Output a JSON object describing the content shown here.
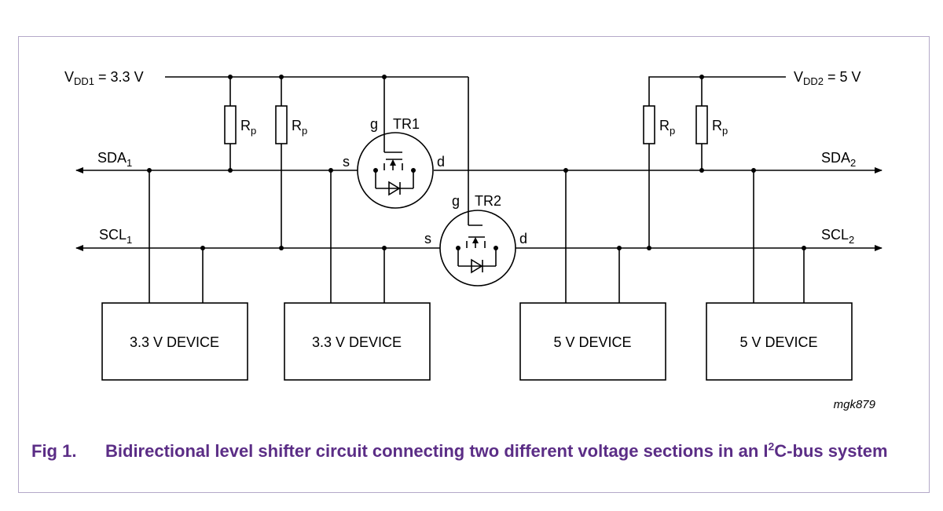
{
  "diagram": {
    "supplies": [
      {
        "name": "V",
        "sub": "DD1",
        "value": " = 3.3 V"
      },
      {
        "name": "V",
        "sub": "DD2",
        "value": " = 5 V"
      }
    ],
    "resistor_label": "R",
    "resistor_sub": "p",
    "buses": [
      {
        "name": "SDA",
        "sub": "1"
      },
      {
        "name": "SDA",
        "sub": "2"
      },
      {
        "name": "SCL",
        "sub": "1"
      },
      {
        "name": "SCL",
        "sub": "2"
      }
    ],
    "transistors": [
      {
        "name": "TR1",
        "gate": "g",
        "source": "s",
        "drain": "d"
      },
      {
        "name": "TR2",
        "gate": "g",
        "source": "s",
        "drain": "d"
      }
    ],
    "devices": [
      "3.3 V DEVICE",
      "3.3 V DEVICE",
      "5 V DEVICE",
      "5 V DEVICE"
    ],
    "figure_id": "mgk879"
  },
  "caption": {
    "number": "Fig 1.",
    "text_before": "Bidirectional level shifter circuit connecting two different voltage sections in an I",
    "superscript": "2",
    "text_after": "C-bus system"
  },
  "colors": {
    "caption": "#5b2d86",
    "frame": "#b4a9c8",
    "lines": "#000000"
  }
}
